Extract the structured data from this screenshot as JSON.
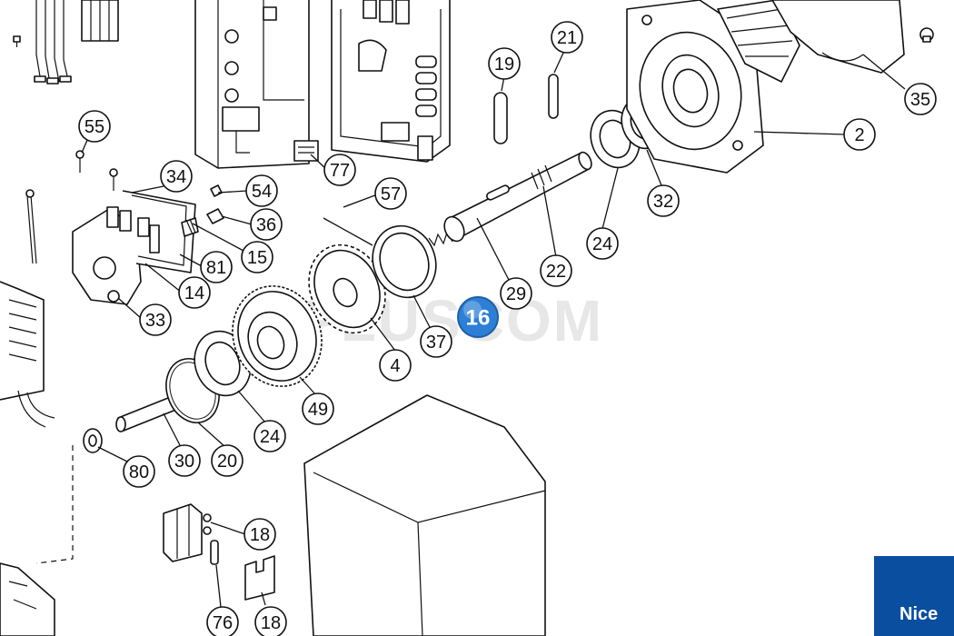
{
  "diagram": {
    "watermark": "PLUSCOM",
    "brand": {
      "logo": "Nice",
      "color": "#0a4ea0"
    },
    "highlight": {
      "label": "16",
      "color": "#2d7fd6"
    },
    "callouts": [
      {
        "id": "55"
      },
      {
        "id": "34"
      },
      {
        "id": "54"
      },
      {
        "id": "36"
      },
      {
        "id": "15"
      },
      {
        "id": "81"
      },
      {
        "id": "14"
      },
      {
        "id": "33"
      },
      {
        "id": "77"
      },
      {
        "id": "57"
      },
      {
        "id": "19"
      },
      {
        "id": "21"
      },
      {
        "id": "35"
      },
      {
        "id": "2"
      },
      {
        "id": "32"
      },
      {
        "id": "24"
      },
      {
        "id": "22"
      },
      {
        "id": "29"
      },
      {
        "id": "37"
      },
      {
        "id": "4"
      },
      {
        "id": "49"
      },
      {
        "id": "24"
      },
      {
        "id": "20"
      },
      {
        "id": "30"
      },
      {
        "id": "80"
      },
      {
        "id": "18"
      },
      {
        "id": "76"
      },
      {
        "id": "18"
      }
    ]
  }
}
